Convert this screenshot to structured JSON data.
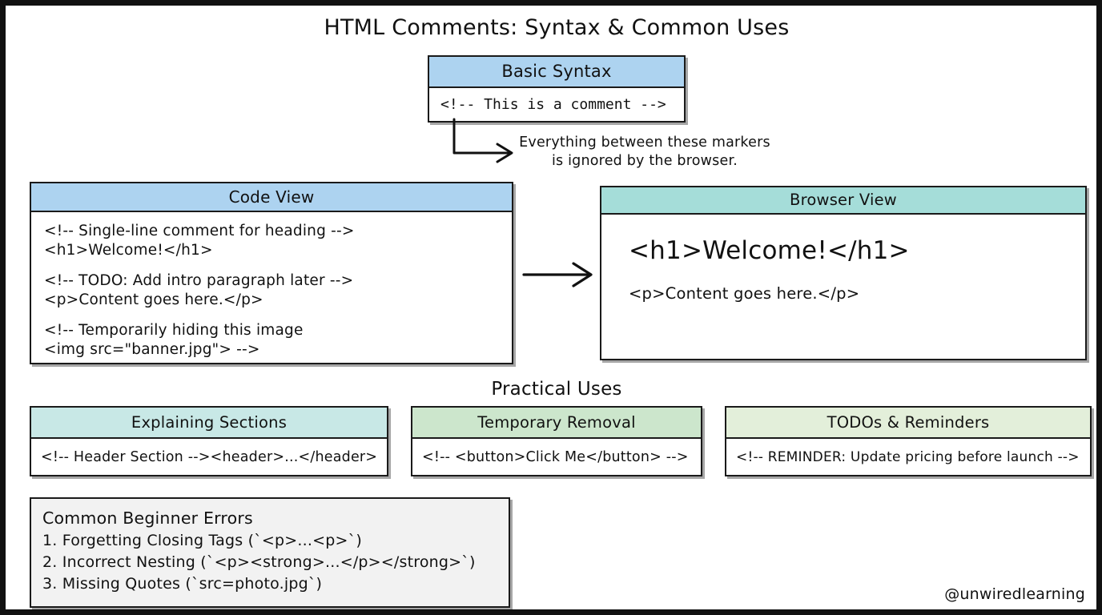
{
  "title": "HTML Comments: Syntax & Common Uses",
  "watermark": "@unwiredlearning",
  "colors": {
    "blue_header": "#ADD3F0",
    "teal_header": "#A5DDD9",
    "pale_teal_header": "#C8E8E6",
    "green_header": "#CCE6CC",
    "light_green_header": "#E3EFDA",
    "errors_fill": "#F2F2F2",
    "stroke": "#1a1a1a",
    "page_background": "#ffffff"
  },
  "basic_syntax": {
    "header": "Basic Syntax",
    "code": "<!-- This is a comment -->"
  },
  "callout": {
    "line1": "Everything between these markers",
    "line2": "is ignored by the browser.",
    "arrow_icon": "elbow-arrow-icon"
  },
  "code_view": {
    "header": "Code View",
    "blocks": [
      {
        "lines": [
          "<!-- Single-line comment for heading -->",
          "<h1>Welcome!</h1>"
        ]
      },
      {
        "lines": [
          "<!-- TODO: Add intro paragraph later -->",
          "<p>Content goes here.</p>"
        ]
      },
      {
        "lines": [
          "<!-- Temporarily hiding this image",
          "<img src=\"banner.jpg\"> -->"
        ]
      }
    ]
  },
  "flow_arrow_icon": "right-arrow-icon",
  "browser_view": {
    "header": "Browser View",
    "heading": "<h1>Welcome!</h1>",
    "paragraph": "<p>Content goes here.</p>"
  },
  "practical_uses": {
    "label": "Practical Uses",
    "cards": [
      {
        "header": "Explaining Sections",
        "code": "<!-- Header Section --><header>...</header>",
        "header_color": "#C8E8E6"
      },
      {
        "header": "Temporary Removal",
        "code": "<!-- <button>Click Me</button> -->",
        "header_color": "#CCE6CC"
      },
      {
        "header": "TODOs & Reminders",
        "code": "<!-- REMINDER: Update pricing before launch -->",
        "header_color": "#E3EFDA"
      }
    ]
  },
  "errors": {
    "title": "Common Beginner Errors",
    "items": [
      "1. Forgetting Closing Tags (`<p>...<p>`)",
      "2. Incorrect Nesting (`<p><strong>...</p></strong>`)",
      "3. Missing Quotes (`src=photo.jpg`)"
    ]
  }
}
